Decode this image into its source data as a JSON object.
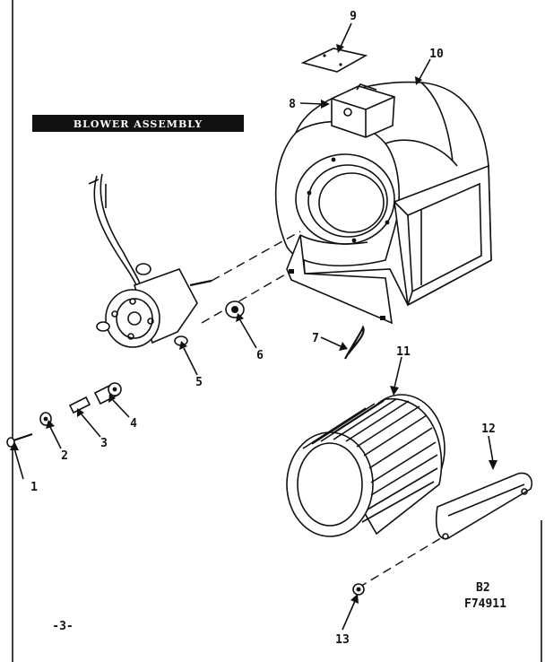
{
  "diagram": {
    "title": "BLOWER ASSEMBLY",
    "callouts": [
      "1",
      "2",
      "3",
      "4",
      "5",
      "6",
      "7",
      "8",
      "9",
      "10",
      "11",
      "12",
      "13"
    ],
    "footer_page": "-3-",
    "footer_code_line1": "B2",
    "footer_code_line2": "F74911"
  }
}
